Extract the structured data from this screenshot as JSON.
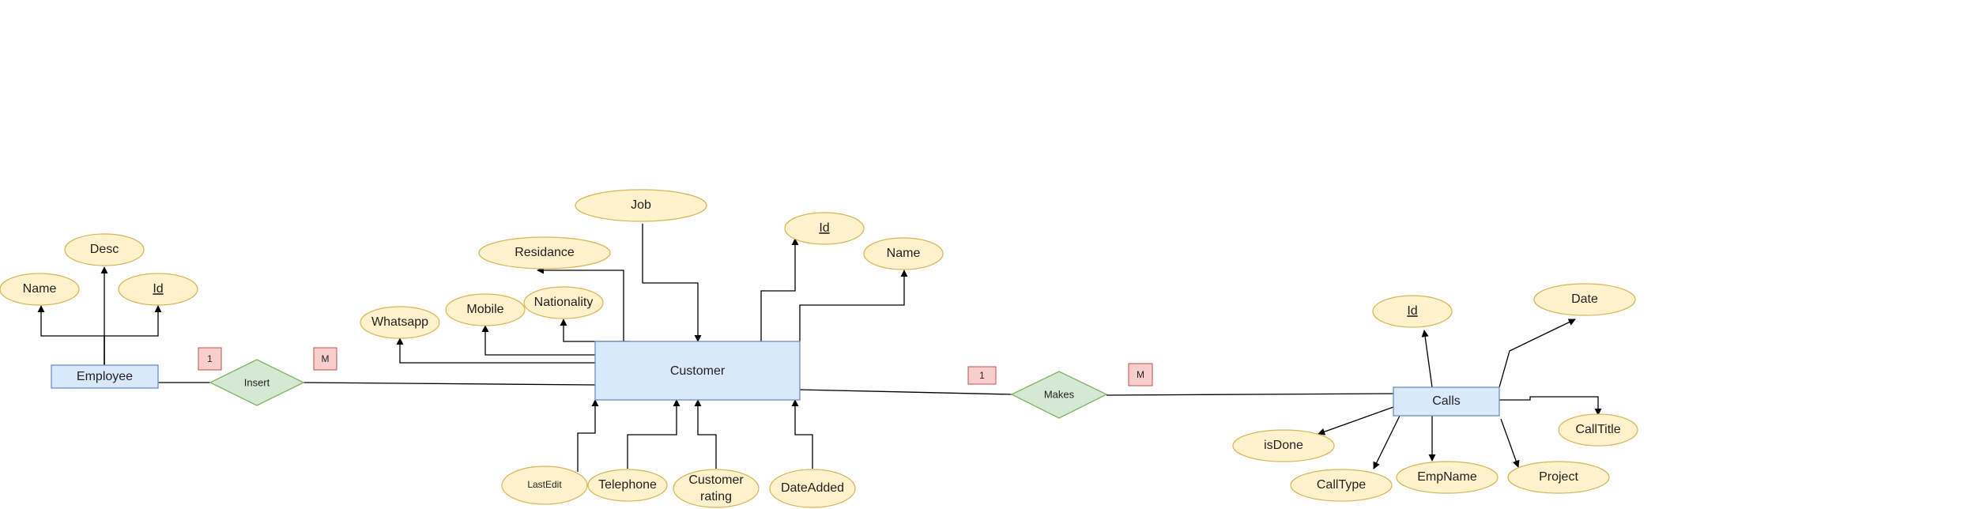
{
  "colors": {
    "entity_fill": "#dae8fc",
    "entity_stroke": "#6c8ebf",
    "attribute_fill": "#fff2cc",
    "attribute_stroke": "#d6b656",
    "relationship_fill": "#d5e8d4",
    "relationship_stroke": "#82b366",
    "cardinality_fill": "#f8cecc",
    "cardinality_stroke": "#b85450",
    "line": "#000000"
  },
  "entities": {
    "employee": "Employee",
    "customer": "Customer",
    "calls": "Calls"
  },
  "relationships": {
    "insert": "Insert",
    "makes": "Makes"
  },
  "cardinalities": {
    "insert_left": "1",
    "insert_right": "M",
    "makes_left": "1",
    "makes_right": "M"
  },
  "attributes": {
    "employee": {
      "name": "Name",
      "desc": "Desc",
      "id": "Id"
    },
    "customer": {
      "job": "Job",
      "residance": "Residance",
      "id": "Id",
      "name": "Name",
      "whatsapp": "Whatsapp",
      "mobile": "Mobile",
      "nationality": "Nationality",
      "last_edit": "LastEdit",
      "telephone": "Telephone",
      "customer_rating_line1": "Customer",
      "customer_rating_line2": "rating",
      "date_added": "DateAdded"
    },
    "calls": {
      "id": "Id",
      "date": "Date",
      "call_title": "CallTitle",
      "is_done": "isDone",
      "call_type": "CallType",
      "emp_name": "EmpName",
      "project": "Project"
    }
  }
}
